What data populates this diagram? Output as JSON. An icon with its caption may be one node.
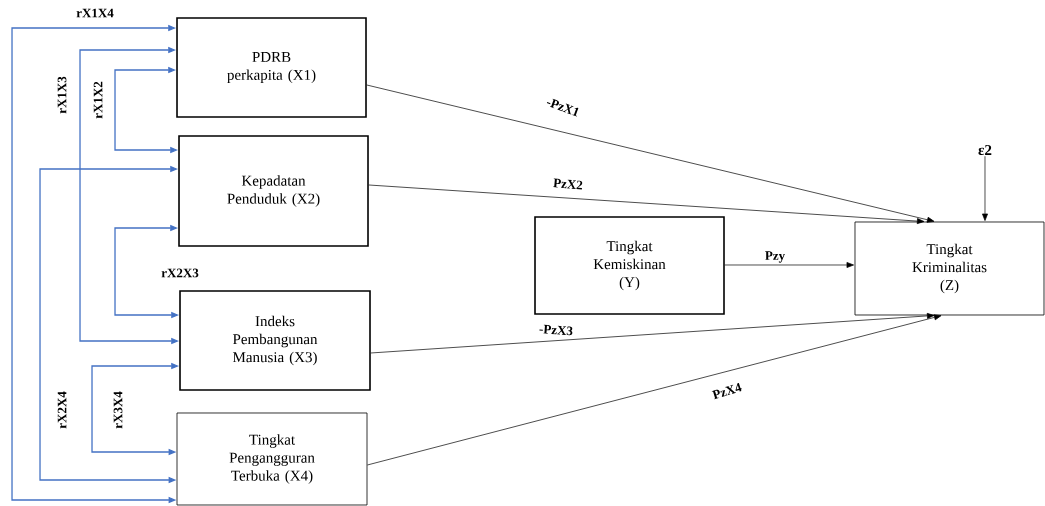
{
  "diagram": {
    "nodes": [
      {
        "text": [
          "PDRB perkapita (X1)"
        ]
      },
      {
        "text": [
          "Kepadatan Penduduk (X2)"
        ]
      },
      {
        "text": [
          "Indeks Pembangunan Manusia (X3)"
        ]
      },
      {
        "text": [
          "Tingkat Pengangguran Terbuka (X4)"
        ]
      },
      {
        "text": [
          "Tingkat Kemiskinan (Y)"
        ]
      },
      {
        "text": [
          "Tingkat Kriminalitas (Z)"
        ]
      },
      {
        "text": [
          "ε2"
        ]
      }
    ],
    "edges": [
      {
        "from": 0,
        "to": 3,
        "arrow": "both",
        "label": "rX1X4",
        "color": "#4472c4"
      },
      {
        "from": 0,
        "to": 2,
        "arrow": "both",
        "label": "rX1X3",
        "color": "#4472c4"
      },
      {
        "from": 0,
        "to": 1,
        "arrow": "both",
        "label": "rX1X2",
        "color": "#4472c4"
      },
      {
        "from": 1,
        "to": 3,
        "arrow": "both",
        "label": "rX2X4",
        "color": "#4472c4"
      },
      {
        "from": 1,
        "to": 2,
        "arrow": "both",
        "label": "rX2X3",
        "color": "#4472c4"
      },
      {
        "from": 2,
        "to": 3,
        "arrow": "both",
        "label": "rX3X4",
        "color": "#4472c4"
      },
      {
        "from": 0,
        "to": 5,
        "arrow": "to",
        "label": "-PzX1",
        "color": "#000000"
      },
      {
        "from": 1,
        "to": 5,
        "arrow": "to",
        "label": "PzX2",
        "color": "#000000"
      },
      {
        "from": 4,
        "to": 5,
        "arrow": "to",
        "label": "Pzy",
        "color": "#000000"
      },
      {
        "from": 2,
        "to": 5,
        "arrow": "to",
        "label": "-PzX3",
        "color": "#000000"
      },
      {
        "from": 3,
        "to": 5,
        "arrow": "to",
        "label": "PzX4",
        "color": "#000000"
      },
      {
        "from": 6,
        "to": 5,
        "arrow": "to",
        "color": "#000000"
      }
    ]
  }
}
